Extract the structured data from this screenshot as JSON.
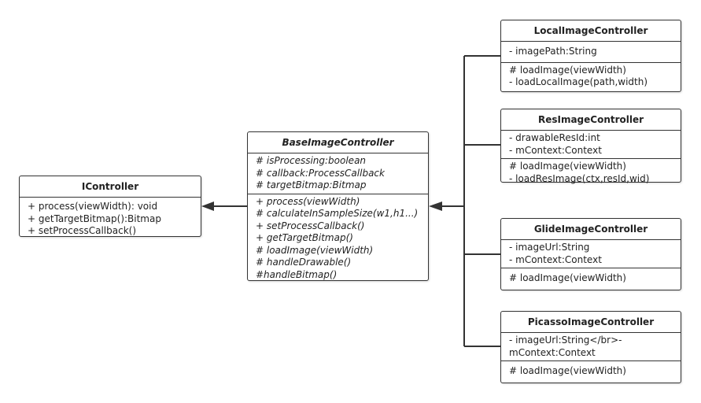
{
  "icontroller": {
    "name": "IController",
    "methods": [
      "+ process(viewWidth): void",
      "+ getTargetBitmap():Bitmap",
      "+ setProcessCallback()"
    ]
  },
  "base": {
    "name": "BaseImageController",
    "fields": [
      "# isProcessing:boolean",
      "# callback:ProcessCallback",
      "# targetBitmap:Bitmap"
    ],
    "methods": [
      "+ process(viewWidth)",
      "# calculateInSampleSize(w1,h1...)",
      "+ setProcessCallback()",
      "+ getTargetBitmap()",
      "# loadImage(viewWidth)",
      "# handleDrawable()",
      "#handleBitmap()"
    ]
  },
  "local": {
    "name": "LocalImageController",
    "fields": [
      "- imagePath:String"
    ],
    "methods": [
      "# loadImage(viewWidth)",
      "- loadLocalImage(path,width)"
    ]
  },
  "res": {
    "name": "ResImageController",
    "fields": [
      "- drawableResId:int",
      "- mContext:Context"
    ],
    "methods": [
      "# loadImage(viewWidth)",
      "- loadResImage(ctx,resId,wid)"
    ]
  },
  "glide": {
    "name": "GlideImageController",
    "fields": [
      "- imageUrl:String",
      "- mContext:Context"
    ],
    "methods": [
      "# loadImage(viewWidth)"
    ]
  },
  "picasso": {
    "name": "PicassoImageController",
    "fields": [
      "- imageUrl:String</br>- mContext:Context"
    ],
    "methods": [
      "# loadImage(viewWidth)"
    ]
  }
}
